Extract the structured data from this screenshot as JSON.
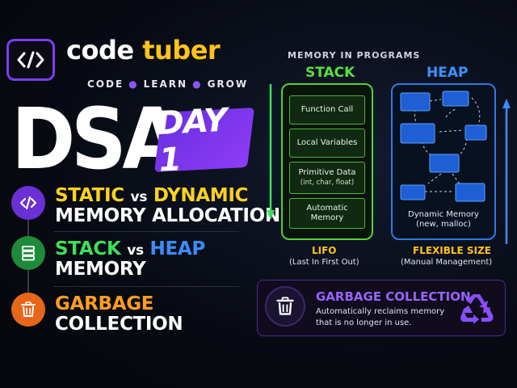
{
  "brand": {
    "name_part1": "code",
    "name_part2": "tuber",
    "tagline": [
      "CODE",
      "LEARN",
      "GROW"
    ]
  },
  "hero": {
    "title": "DSA",
    "badge": "DAY 1"
  },
  "topics": [
    {
      "icon": "code-icon",
      "line1_a": "STATIC",
      "line1_vs": "vs",
      "line1_b": "DYNAMIC",
      "line2": "MEMORY ALLOCATION"
    },
    {
      "icon": "stack-layers-icon",
      "line1_a": "STACK",
      "line1_vs": "vs",
      "line1_b": "HEAP",
      "line2": "MEMORY"
    },
    {
      "icon": "trash-icon",
      "line1_a": "GARBAGE",
      "line2": "COLLECTION"
    }
  ],
  "diagram": {
    "heading": "MEMORY IN PROGRAMS",
    "stack": {
      "title": "STACK",
      "items": [
        {
          "label": "Function Call"
        },
        {
          "label": "Local Variables"
        },
        {
          "label": "Primitive Data",
          "sub": "(int, char, float)"
        },
        {
          "label": "Automatic",
          "label2": "Memory"
        }
      ],
      "footer_title": "LIFO",
      "footer_sub": "(Last In First Out)"
    },
    "heap": {
      "title": "HEAP",
      "caption_line1": "Dynamic Memory",
      "caption_line2": "(new, malloc)",
      "footer_title": "FLEXIBLE SIZE",
      "footer_sub": "(Manual Management)"
    }
  },
  "garbage_collection": {
    "title": "GARBAGE COLLECTION",
    "desc_line1": "Automatically reclaims memory",
    "desc_line2": "that is no longer in use."
  },
  "colors": {
    "purple": "#6b2fd6",
    "green": "#3ddf5a",
    "blue": "#3a8dff",
    "yellow": "#ffd21f",
    "orange": "#ff9d23"
  }
}
